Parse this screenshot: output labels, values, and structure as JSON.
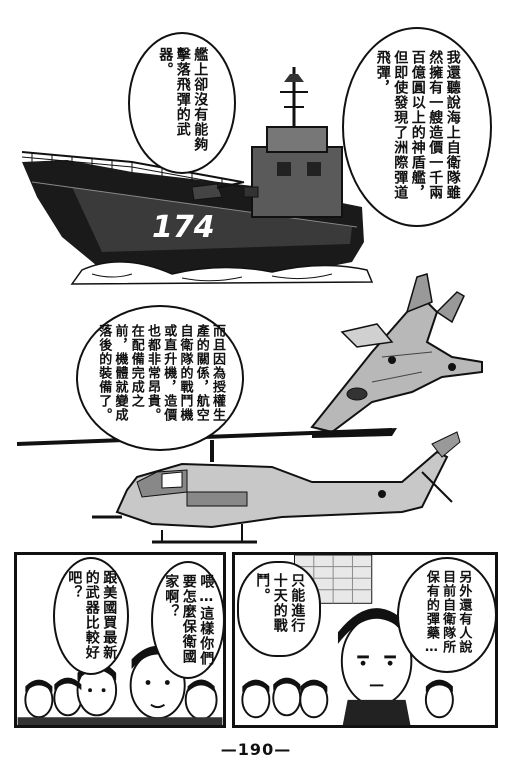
{
  "page": {
    "page_number": "—190—"
  },
  "top_panel": {
    "ship_hull_number": "174",
    "bubble_ship_cannot": "艦上卻沒有能夠擊落飛彈的武器。",
    "bubble_aegis_price": "我還聽說海上自衛隊雖然擁有一艘造價一千兩百億圓以上的神盾艦，但即使發現了洲際彈道飛彈，",
    "bubble_licensed_production": "而且因為授權生產的關係，航空自衛隊的戰鬥機或直升機，造價也都非常昂貴。在配備完成之前，機體就變成落後的裝備了。"
  },
  "bottom_left_panel": {
    "bubble_how_defend": "喂…這樣你們要怎麼保衛國家啊？",
    "bubble_buy_american": "跟美國買最新的武器比較好吧？"
  },
  "bottom_right_panel": {
    "bubble_ammo_left": "另外還有人說目前自衛隊所保有的彈藥…",
    "bubble_ten_days": "只能進行十天的戰鬥。"
  }
}
